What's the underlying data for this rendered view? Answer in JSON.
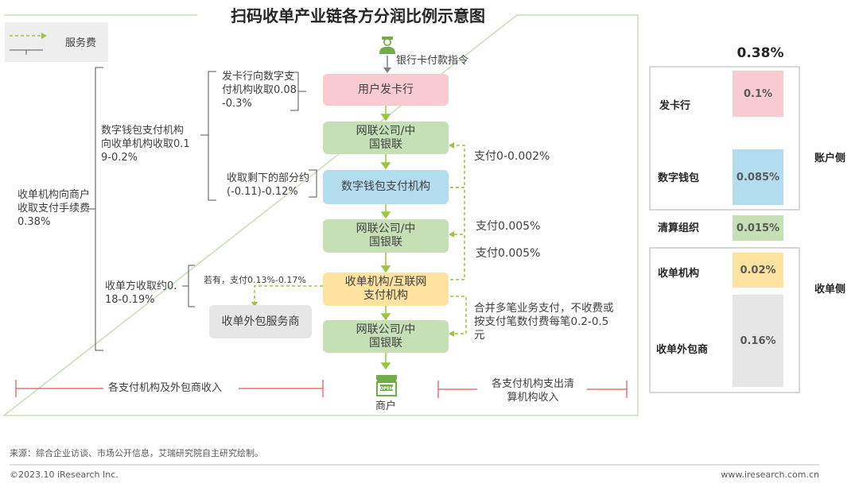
{
  "title": "扫码收单产业链各方分润比例示意图",
  "legend": {
    "service_fee": "服务费"
  },
  "left_brackets": {
    "outer": "收单机构向商户收取支付手续费0.38%",
    "wallet_from_acquirer": "数字钱包支付机构向收单机构收取0.19-0.2%",
    "issuer_from_wallet": "发卡行向数字支付机构收取0.08-0.3%",
    "wallet_remaining": "收取剩下的部分约(-0.11)-0.12%",
    "acquirer_keep": "收单方收取约0.18-0.19%",
    "outsourced_note": "若有，支付0.13%-0.17%"
  },
  "flow": {
    "payment_instruction": "银行卡付款指令",
    "issuer": "用户发卡行",
    "netunion_1": "网联公司/中国银联",
    "wallet": "数字钱包支付机构",
    "netunion_2": "网联公司/中国银联",
    "acquirer": "收单机构/互联网支付机构",
    "netunion_3": "网联公司/中国银联",
    "merchant": "商户",
    "outsourced": "收单外包服务商",
    "merchant_sign": "OPEN"
  },
  "right_notes": {
    "fee_1": "支付0-0.002%",
    "fee_2": "支付0.005%",
    "fee_3": "支付0.005%",
    "merge": "合并多笔业务支付，不收费或按支付笔数付费每笔0.2-0.5元"
  },
  "bottom": {
    "left_income": "各支付机构及外包商收入",
    "right_income": "各支付机构支出清算机构收入"
  },
  "panel": {
    "total": "0.38%",
    "rows": [
      {
        "label": "发卡行",
        "value": "0.1%",
        "color": "#f8cbd0"
      },
      {
        "label": "数字钱包",
        "value": "0.085%",
        "color": "#b4dcef"
      },
      {
        "label": "清算组织",
        "value": "0.015%",
        "color": "#c5e0b4"
      },
      {
        "label": "收单机构",
        "value": "0.02%",
        "color": "#fde2a0"
      },
      {
        "label": "收单外包商",
        "value": "0.16%",
        "color": "#e6e6e6"
      }
    ],
    "side_account": "账户侧",
    "side_acquiring": "收单侧"
  },
  "footer": {
    "source": "来源：综合企业访谈、市场公开信息，艾瑞研究院自主研究绘制。",
    "copyright": "©2023.10 iResearch Inc.",
    "url": "www.iresearch.com.cn"
  }
}
